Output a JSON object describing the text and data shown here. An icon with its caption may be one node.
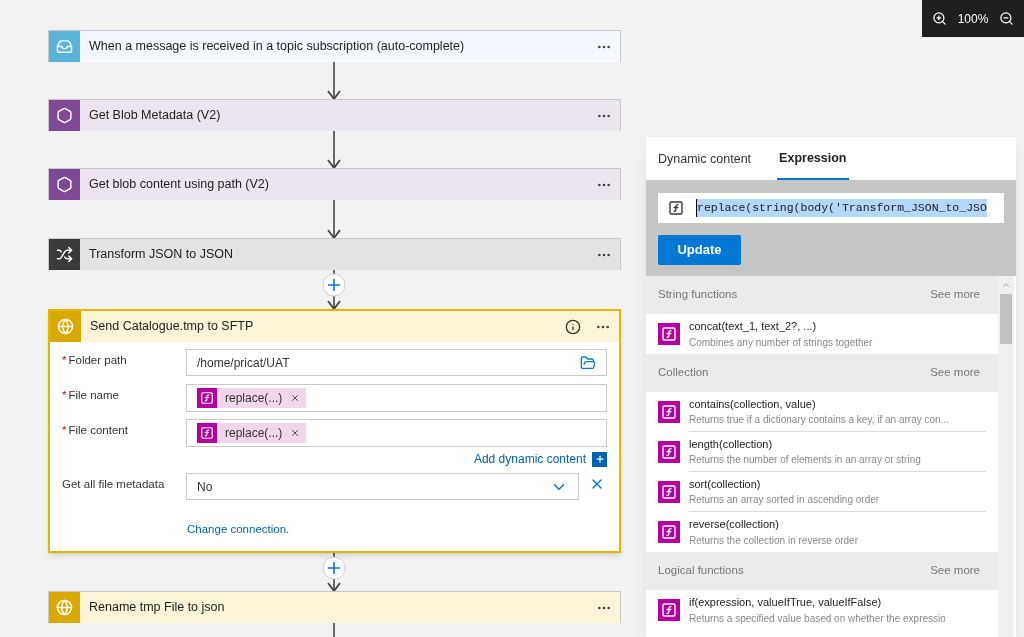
{
  "diagram": {
    "nodes": [
      {
        "text": [
          "When a message is received in a topic subscription (auto-complete)"
        ]
      },
      {
        "text": [
          "Get Blob Metadata (V2)"
        ]
      },
      {
        "text": [
          "Get blob content using path (V2)"
        ]
      },
      {
        "text": [
          "Transform JSON to JSON"
        ]
      },
      {
        "text": [
          "Send Catalogue.tmp to SFTP"
        ]
      },
      {
        "text": [
          "Rename tmp File to json"
        ]
      }
    ],
    "edges": [
      {
        "from": 0,
        "to": 1,
        "arrow": "to"
      },
      {
        "from": 1,
        "to": 2,
        "arrow": "to"
      },
      {
        "from": 2,
        "to": 3,
        "arrow": "to"
      },
      {
        "from": 3,
        "to": 4,
        "arrow": "to"
      },
      {
        "from": 4,
        "to": 5,
        "arrow": "to"
      },
      {
        "from": 5,
        "to": null,
        "arrow": "none"
      }
    ],
    "labels": [
      "100%",
      "*",
      "Folder path",
      "/home/pricat/UAT",
      "*",
      "File name",
      "replace(...)",
      "*",
      "File content",
      "replace(...)",
      "Add dynamic content",
      "Get all file metadata",
      "No",
      "Change connection.",
      "Dynamic content",
      "Expression",
      "replace(string(body('Transform_JSON_to_JSO",
      "Update",
      "String functions",
      "See more",
      "concat(text_1, text_2?, ...)",
      "Combines any number of strings together",
      "Collection",
      "See more",
      "contains(collection, value)",
      "Returns true if a dictionary contains a key, if an array con...",
      "length(collection)",
      "Returns the number of elements in an array or string",
      "sort(collection)",
      "Returns an array sorted in ascending order",
      "reverse(collection)",
      "Returns the collection in reverse order",
      "Logical functions",
      "See more",
      "if(expression, valueIfTrue, valueIfFalse)",
      "Returns a specified value based on whether the expressio"
    ]
  }
}
